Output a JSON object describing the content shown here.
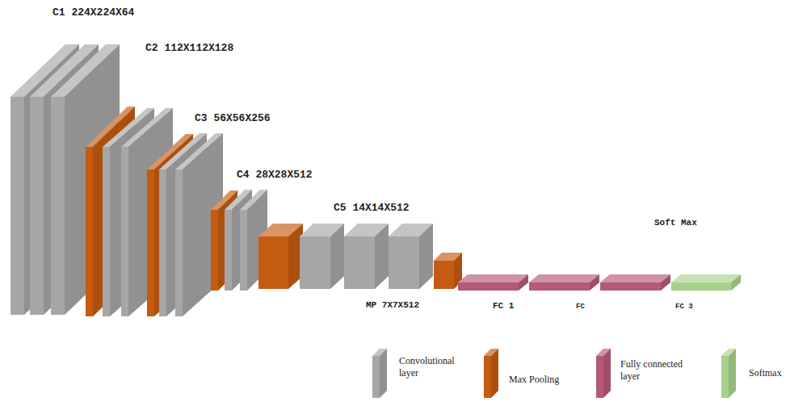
{
  "diagram": {
    "labels": [
      "C1 224X224X64",
      "C2 112X112X128",
      "C3 56X56X256",
      "C4 28X28X512",
      "C5 14X14X512",
      "Soft Max",
      "MP 7X7X512",
      "FC 1",
      "FC",
      "FC 3"
    ],
    "legend": [
      {
        "text": "Convolutional layer",
        "color": "#a6a6a6"
      },
      {
        "text": "Max Pooling",
        "color": "#c55a11"
      },
      {
        "text": "Fully connected layer",
        "color": "#b5597c"
      },
      {
        "text": "Softmax",
        "color": "#a9d18e"
      }
    ]
  }
}
